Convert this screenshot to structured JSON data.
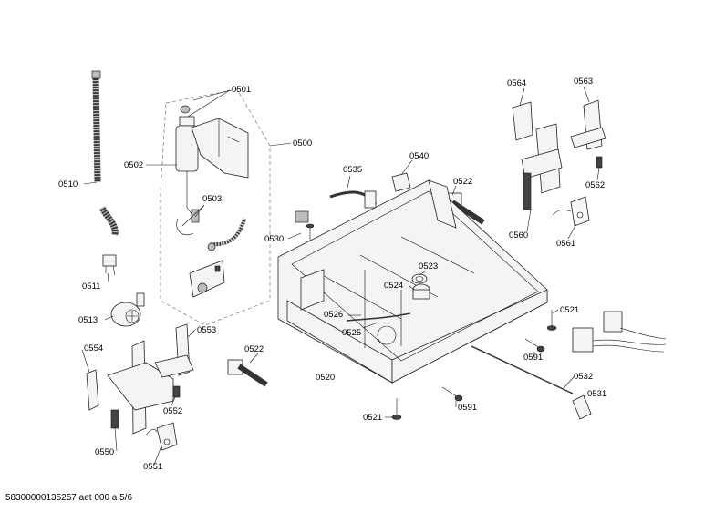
{
  "labels": {
    "p0501": "0501",
    "p0500": "0500",
    "p0502": "0502",
    "p0503": "0503",
    "p0510": "0510",
    "p0511": "0511",
    "p0513": "0513",
    "p0553": "0553",
    "p0554": "0554",
    "p0552": "0552",
    "p0550": "0550",
    "p0551": "0551",
    "p0522a": "0522",
    "p0530": "0530",
    "p0535": "0535",
    "p0540": "0540",
    "p0522b": "0522",
    "p0564": "0564",
    "p0563": "0563",
    "p0562": "0562",
    "p0560": "0560",
    "p0561": "0561",
    "p0523": "0523",
    "p0524": "0524",
    "p0526": "0526",
    "p0525": "0525",
    "p0520": "0520",
    "p0521a": "0521",
    "p0591a": "0591",
    "p0532": "0532",
    "p0531": "0531",
    "p0521b": "0521",
    "p0591b": "0591"
  },
  "footer": "58300000135257 aet 000 a 5/6"
}
